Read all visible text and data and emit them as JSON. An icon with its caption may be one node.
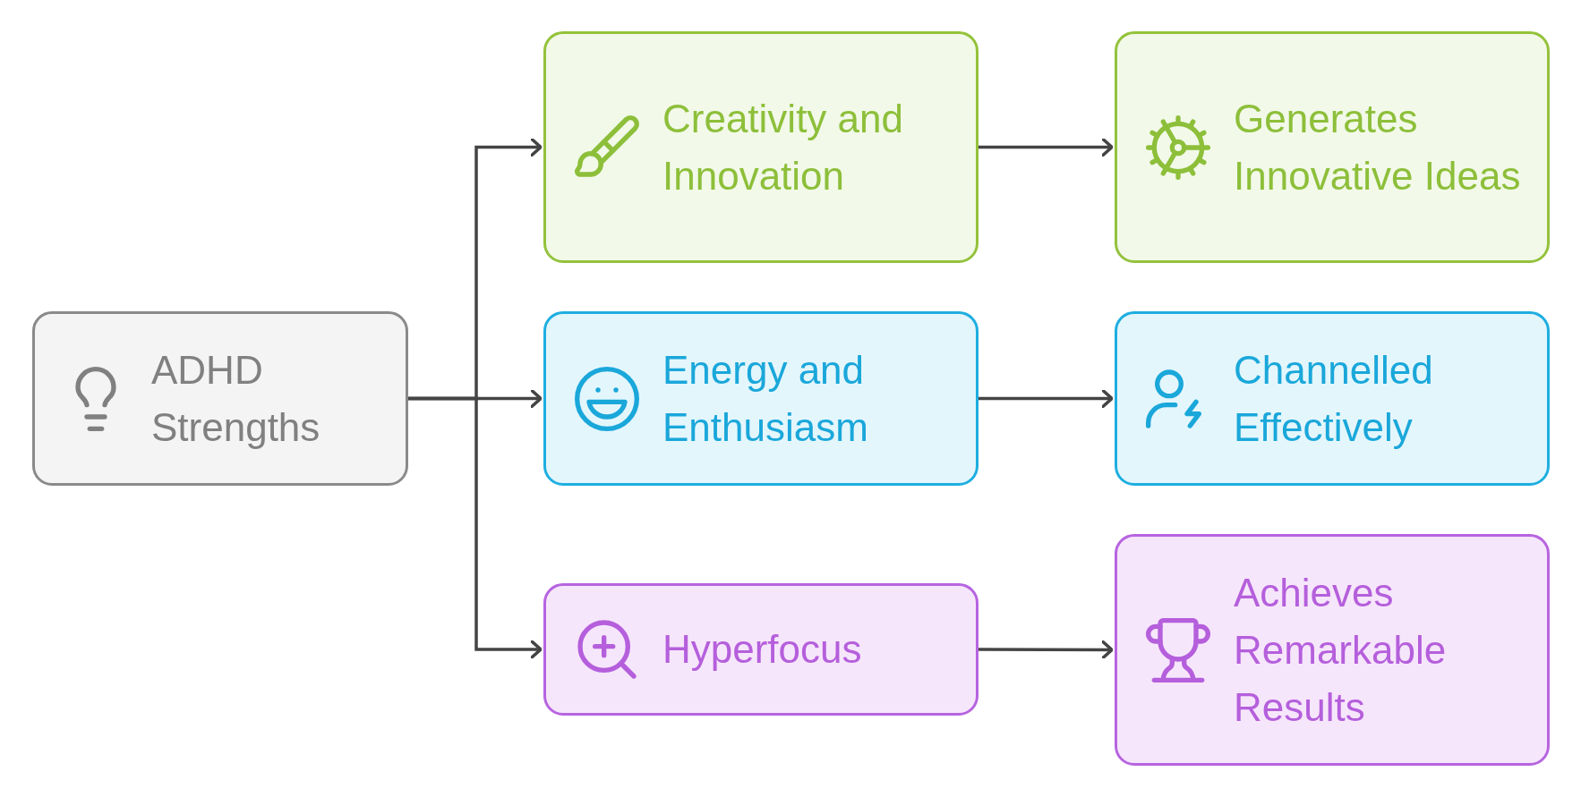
{
  "diagram": {
    "nodes": [
      {
        "text": [
          "ADHD Strengths"
        ]
      },
      {
        "text": [
          "Creativity and Innovation"
        ]
      },
      {
        "text": [
          "Generates Innovative Ideas"
        ]
      },
      {
        "text": [
          "Energy and Enthusiasm"
        ]
      },
      {
        "text": [
          "Channelled Effectively"
        ]
      },
      {
        "text": [
          "Hyperfocus"
        ]
      },
      {
        "text": [
          "Achieves Remarkable Results"
        ]
      }
    ],
    "edges": [
      {
        "from": 0,
        "to": 1,
        "arrow": "to"
      },
      {
        "from": 0,
        "to": 3,
        "arrow": "to"
      },
      {
        "from": 0,
        "to": 5,
        "arrow": "to"
      },
      {
        "from": 1,
        "to": 2,
        "arrow": "to"
      },
      {
        "from": 3,
        "to": 4,
        "arrow": "to"
      },
      {
        "from": 5,
        "to": 6,
        "arrow": "to"
      }
    ]
  }
}
